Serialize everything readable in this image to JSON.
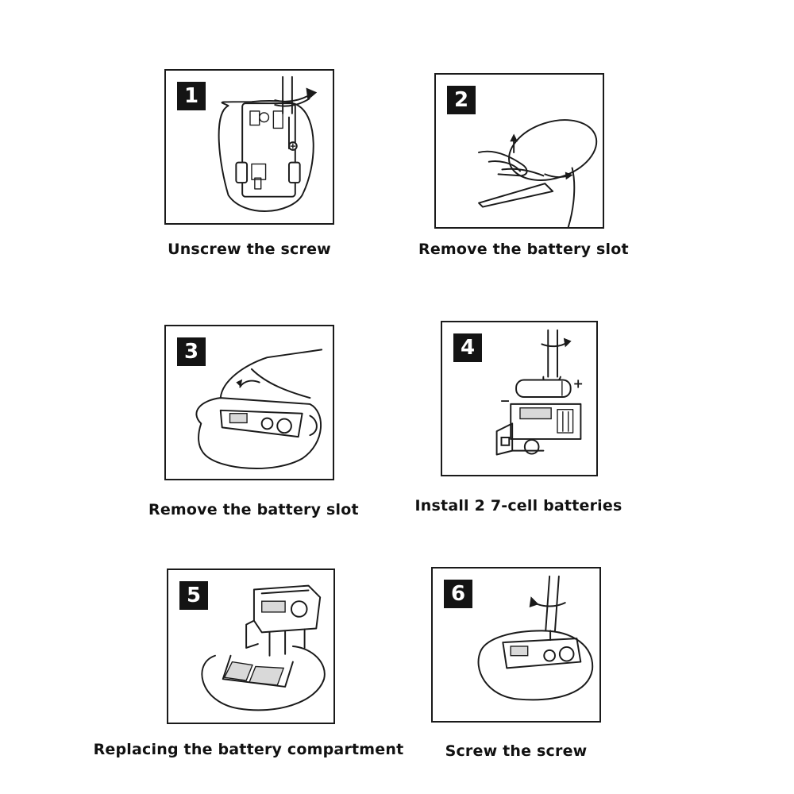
{
  "steps": [
    {
      "number": "1",
      "caption": "Unscrew the screw"
    },
    {
      "number": "2",
      "caption": "Remove the battery slot"
    },
    {
      "number": "3",
      "caption": "Remove the battery slot"
    },
    {
      "number": "4",
      "caption": "Install 2 7-cell batteries"
    },
    {
      "number": "5",
      "caption": "Replacing the battery compartment"
    },
    {
      "number": "6",
      "caption": "Screw the screw"
    }
  ],
  "symbols": {
    "minus": "−",
    "plus": "+"
  },
  "colors": {
    "border": "#1a1a1a",
    "badge_bg": "#141414",
    "badge_text": "#ffffff"
  }
}
